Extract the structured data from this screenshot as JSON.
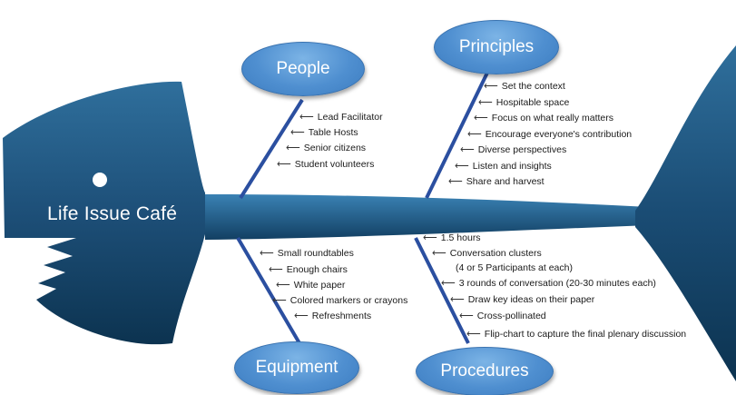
{
  "title": "Life Issue Café",
  "categories": {
    "people": {
      "label": "People",
      "items": [
        "Lead Facilitator",
        "Table Hosts",
        "Senior citizens",
        "Student volunteers"
      ]
    },
    "principles": {
      "label": "Principles",
      "items": [
        "Set the context",
        "Hospitable space",
        "Focus on what really matters",
        "Encourage everyone's contribution",
        "Diverse perspectives",
        "Listen and insights",
        "Share and harvest"
      ]
    },
    "equipment": {
      "label": "Equipment",
      "items": [
        "Small roundtables",
        "Enough chairs",
        "White paper",
        "Colored markers or crayons",
        "Refreshments"
      ]
    },
    "procedures": {
      "label": "Procedures",
      "items": [
        "1.5 hours",
        "Conversation clusters",
        "(4 or 5 Participants at each)",
        "3 rounds of conversation (20-30 minutes each)",
        "Draw key ideas on their paper",
        "Cross-pollinated",
        "Flip-chart to capture the final plenary discussion"
      ]
    }
  },
  "colors": {
    "fish_dark": "#0d3552",
    "fish_light": "#2d6f9c",
    "bubble": "#4f8fd0",
    "bone": "#2b4fa0"
  }
}
